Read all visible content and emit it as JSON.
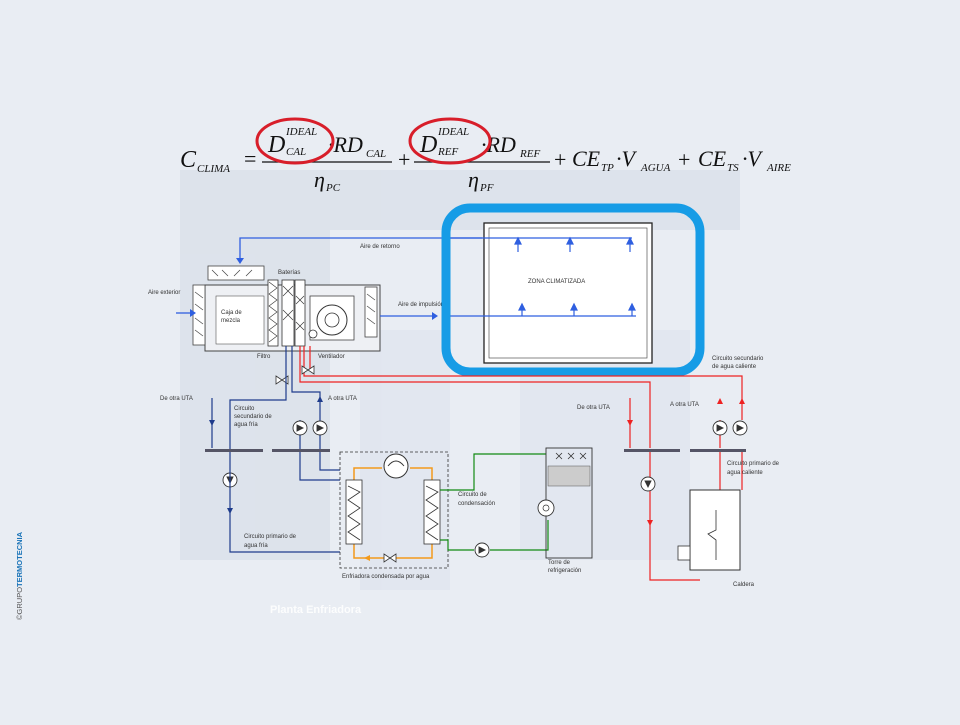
{
  "watermark": {
    "brand_prefix": "©GRUPO",
    "brand_suffix": "TERMOTECNIA",
    "background_title": "Planta Enfriadora"
  },
  "equation": {
    "lhs": "C",
    "lhs_sub": "CLIMA",
    "term1_D": "D",
    "term1_sup": "IDEAL",
    "term1_sub": "CAL",
    "term1_rd": "·RD",
    "term1_rd_sub": "CAL",
    "term1_den": "η",
    "term1_den_sub": "PC",
    "term2_D": "D",
    "term2_sup": "IDEAL",
    "term2_sub": "REF",
    "term2_rd": "·RD",
    "term2_rd_sub": "REF",
    "term2_den": "η",
    "term2_den_sub": "PF",
    "term3": "CE",
    "term3_sub": "TP",
    "term3_v": "·V",
    "term3_v_sub": "AGUA",
    "term4": "CE",
    "term4_sub": "TS",
    "term4_v": "·V",
    "term4_v_sub": "AIRE",
    "equals": "=",
    "plus": "+",
    "highlight_color": "#d81e2a"
  },
  "diagram": {
    "labels": {
      "aire_retorno": "Aire de retorno",
      "aire_exterior": "Aire exterior",
      "baterias": "Baterías",
      "caja_mezcla_1": "Caja de",
      "caja_mezcla_2": "mezcla",
      "aire_impulsion": "Aire de impulsión",
      "zona": "ZONA CLIMATIZADA",
      "filtro": "Filtro",
      "ventilador": "Ventilador",
      "circ_sec_caliente_1": "Circuito secundario",
      "circ_sec_caliente_2": "de agua caliente",
      "de_otra_uta_left": "De otra UTA",
      "circ_sec_fria_1": "Circuito",
      "circ_sec_fria_2": "secundario de",
      "circ_sec_fria_3": "agua fría",
      "a_otra_uta_left": "A otra UTA",
      "de_otra_uta_right": "De otra UTA",
      "a_otra_uta_right": "A otra UTA",
      "circ_prim_caliente_1": "Circuito primario de",
      "circ_prim_caliente_2": "agua caliente",
      "circ_cond_1": "Circuito de",
      "circ_cond_2": "condensación",
      "circ_prim_fria_1": "Circuito primario de",
      "circ_prim_fria_2": "agua fría",
      "enfriadora": "Enfriadora condensada por agua",
      "torre_1": "Torre de",
      "torre_2": "refrigeración",
      "caldera": "Caldera"
    },
    "colors": {
      "air": "#2f5fe0",
      "cold_water": "#1f3c8c",
      "hot_water": "#ee2222",
      "condensation": "#138a13",
      "refrigerant": "#f39a1c",
      "zone_highlight": "#169ce6"
    }
  }
}
